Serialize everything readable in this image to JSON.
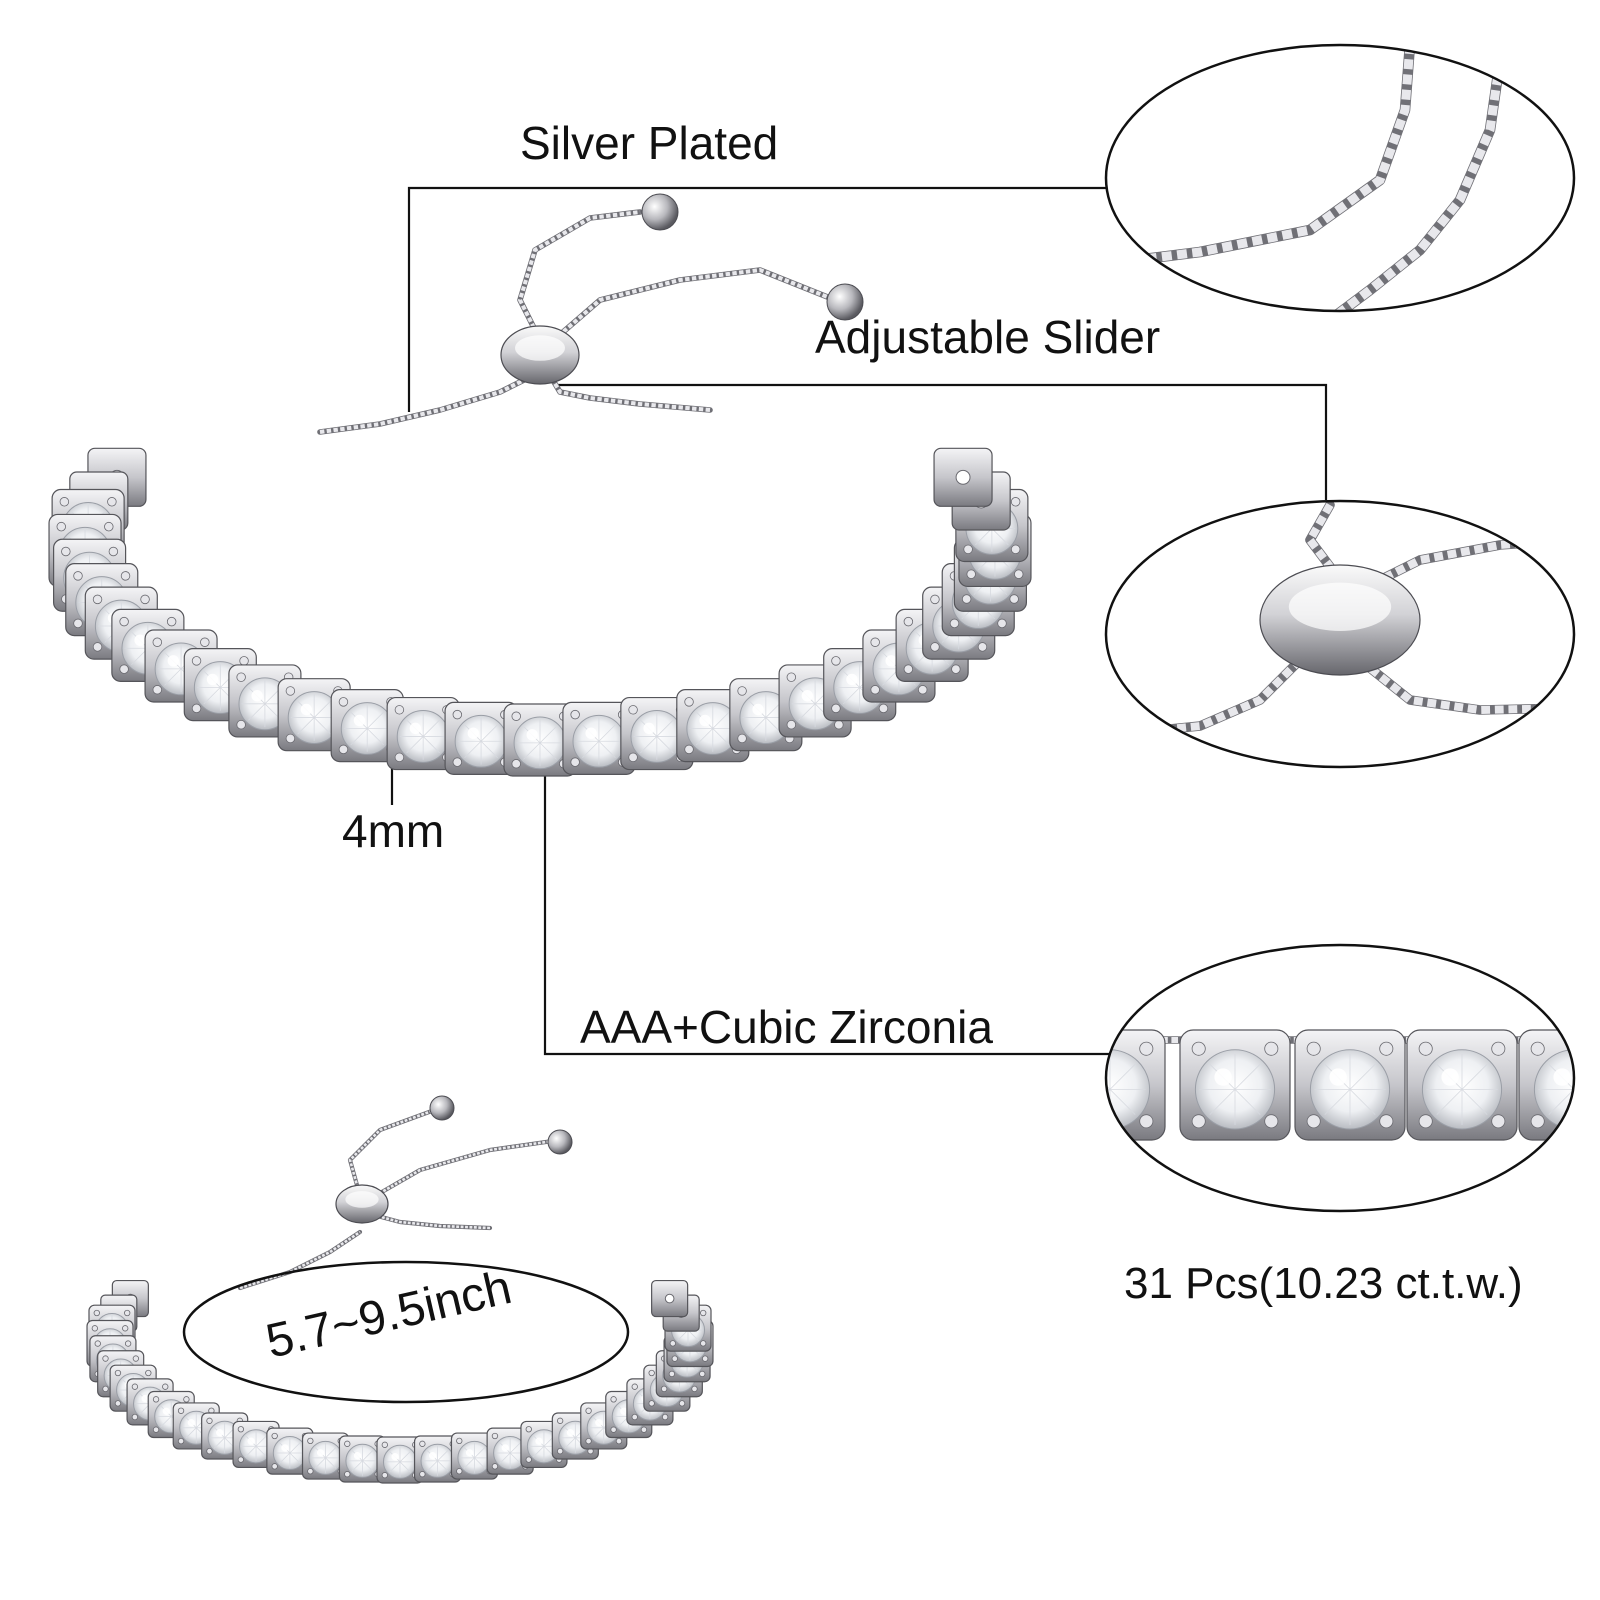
{
  "labels": {
    "plating": "Silver Plated",
    "slider": "Adjustable Slider",
    "stone_size": "4mm",
    "stone_type": "AAA+Cubic Zirconia",
    "stone_count": "31 Pcs(10.23 ct.t.w.)",
    "length_range": "5.7~9.5inch"
  },
  "colors": {
    "metal_light": "#f2f2f4",
    "metal_mid": "#c4c4c8",
    "metal_dark": "#6e6e74",
    "stone": "#f7f8fa",
    "line": "#111111"
  }
}
